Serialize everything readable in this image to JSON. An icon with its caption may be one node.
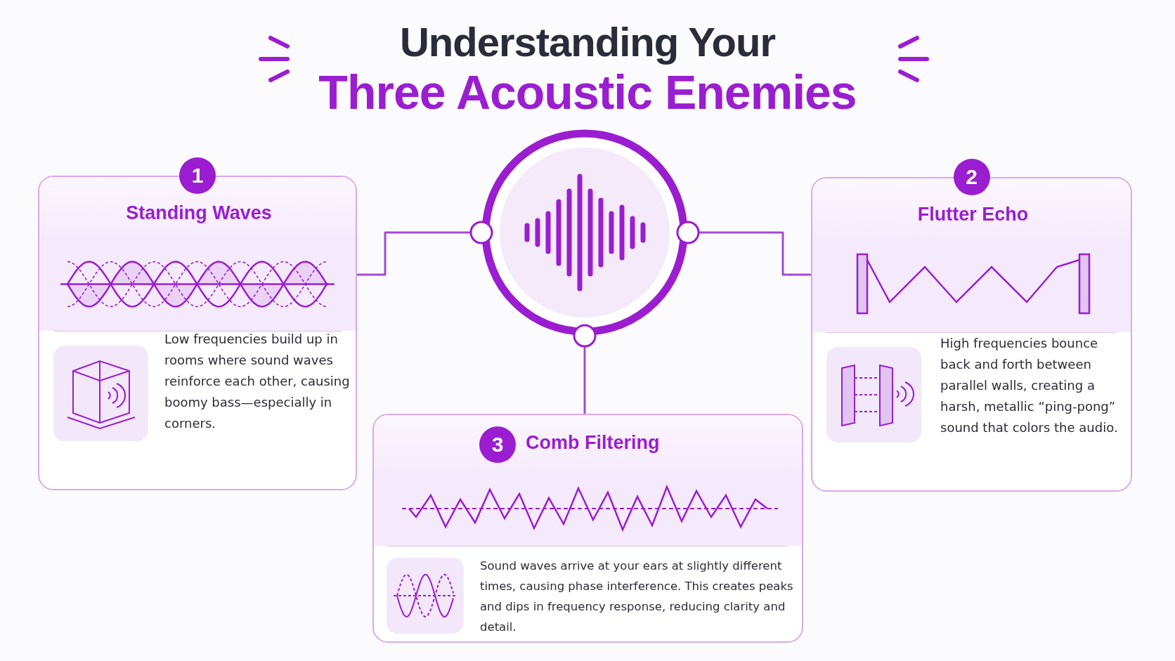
{
  "diagram": {
    "title": "Understanding Your",
    "labels": [
      "Three Acoustic Enemies"
    ],
    "nodes": [
      {
        "text": [],
        "shape": "picture"
      },
      {
        "text": [
          "1",
          "Standing Waves",
          "Low frequencies build up in rooms where sound waves reinforce each other, causing boomy bass—especially in corners."
        ]
      },
      {
        "text": [
          "2",
          "Flutter Echo",
          "High frequencies bounce back and forth between parallel walls, creating a harsh, metallic “ping-pong” sound that colors the audio."
        ]
      },
      {
        "text": [
          "3",
          "Comb Filtering",
          "Sound waves arrive at your ears at slightly different times, causing phase interference. This creates peaks and dips in frequency response, reducing clarity and detail."
        ]
      }
    ],
    "edges": [
      {
        "from": 0,
        "to": 1,
        "arrow": "none"
      },
      {
        "from": 0,
        "to": 2,
        "arrow": "none"
      },
      {
        "from": 0,
        "to": 3,
        "arrow": "none"
      }
    ]
  }
}
